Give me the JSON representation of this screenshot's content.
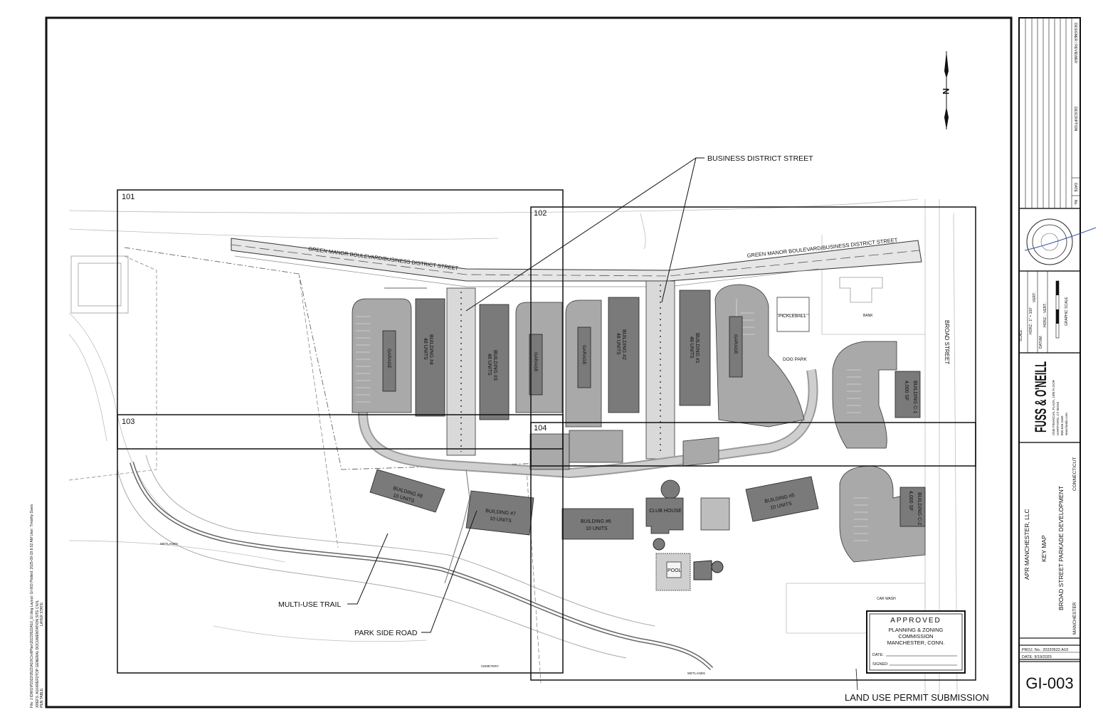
{
  "sheet": {
    "sheet_number": "GI-003",
    "submission": "LAND USE PERMIT SUBMISSION"
  },
  "key_map": {
    "tiles": [
      {
        "id": "101"
      },
      {
        "id": "102"
      },
      {
        "id": "103"
      },
      {
        "id": "104"
      }
    ]
  },
  "callouts": {
    "business_district_street": "BUSINESS DISTRICT STREET",
    "multi_use_trail": "MULTI-USE TRAIL",
    "park_side_road": "PARK SIDE ROAD"
  },
  "site": {
    "road_label": "GREEN MANOR BOULEVARD/BUSINESS DISTRICT STREET",
    "broad_street": "BROAD STREET",
    "pickleball": "PICKLEBALL",
    "dog_park": "DOG PARK",
    "bank": "BANK",
    "club_house": "CLUB HOUSE",
    "pool": "POOL",
    "garage": "GARAGE",
    "wetlands": "WETLANDS",
    "cemetery": "CEMETERY",
    "car_wash": "CAR WASH",
    "buildings": [
      {
        "name": "BUILDING #4",
        "units": "48 UNITS"
      },
      {
        "name": "BUILDING #3",
        "units": "48 UNITS"
      },
      {
        "name": "BUILDING #2",
        "units": "48 UNITS"
      },
      {
        "name": "BUILDING #1",
        "units": "48 UNITS"
      },
      {
        "name": "BUILDING #8",
        "units": "10 UNITS"
      },
      {
        "name": "BUILDING #7",
        "units": "10 UNITS"
      },
      {
        "name": "BUILDING #6",
        "units": "10 UNITS"
      },
      {
        "name": "BUILDING #5",
        "units": "10 UNITS"
      },
      {
        "name": "BUILDING C-1",
        "units": "4,000 SF"
      },
      {
        "name": "BUILDING C-2",
        "units": "4,000 SF"
      }
    ]
  },
  "approval_stamp": {
    "title": "APPROVED",
    "line1": "PLANNING & ZONING",
    "line2": "COMMISSION",
    "line3": "MANCHESTER, CONN.",
    "date_label": "DATE:",
    "signed_label": "SIGNED:"
  },
  "title_block": {
    "revision_headers": [
      "No.",
      "DATE",
      "DESCRIPTION",
      "DESIGNER / REVIEWER"
    ],
    "scale_label": "SCALE:",
    "scale_horz": "HORZ.: 1\" = 100'",
    "scale_vert": "VERT.:",
    "datum_label": "DATUM:",
    "datum_horz": "HORZ.:",
    "datum_vert": "VERT.:",
    "graphic_scale": "GRAPHIC SCALE",
    "firm_name": "FUSS & O'NEILL",
    "firm_address": "ONE FINANCIAL PLAZA, 19th FLOOR",
    "firm_city": "HARTFORD, CT 06103",
    "firm_phone": "860.646.2469",
    "firm_web": "www.fando.com",
    "client": "APR MANCHESTER, LLC",
    "sheet_title": "KEY MAP",
    "project": "BROAD STREET PARKADE DEVELOPMENT",
    "town": "MANCHESTER",
    "state": "CONNECTICUT",
    "proj_no": "PROJ. No.: 20220522.A10",
    "date": "DATE: 9/19/2025"
  },
  "margin_text": {
    "file_info": "File: J:\\DWG\\P2022\\0522\\A10\\Civil\\Plan\\20220522A10_GI.dwg  Layout: GI-003  Plotted: 2025-09-19 8:52 AM  User: Timothy Davis",
    "xrefs": "XREFS: A10XREFDTOP  GENERAL DOCUMENTATION  SITE  CIVIL",
    "layer_state": "LAYER STATE:",
    "pen_table": "PEN TABLE:"
  }
}
